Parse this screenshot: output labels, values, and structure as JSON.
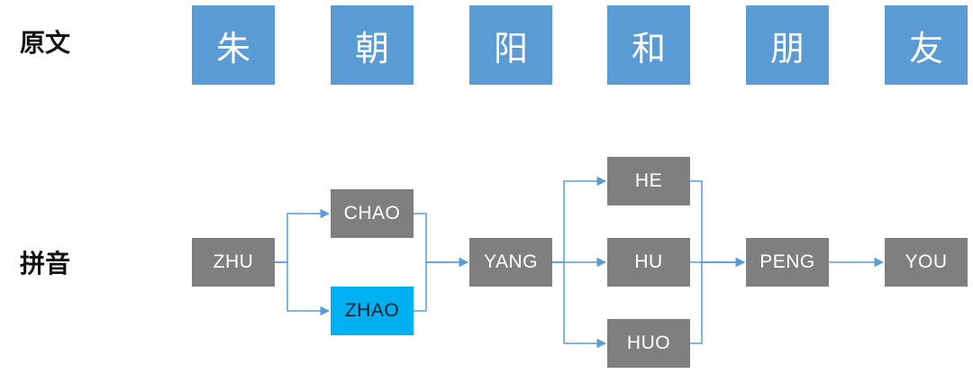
{
  "labels": {
    "original": "原文",
    "pinyin": "拼音"
  },
  "characters": [
    "朱",
    "朝",
    "阳",
    "和",
    "朋",
    "友"
  ],
  "pinyin": {
    "zhu": "ZHU",
    "chao": "CHAO",
    "zhao": "ZHAO",
    "yang": "YANG",
    "he": "HE",
    "hu": "HU",
    "huo": "HUO",
    "peng": "PENG",
    "you": "YOU"
  },
  "colors": {
    "character_box": "#5b9bd5",
    "pinyin_box": "#7f7f7f",
    "highlight_box": "#00b0f0",
    "arrow": "#5b9bd5"
  },
  "edges": [
    [
      "zhu",
      "chao"
    ],
    [
      "zhu",
      "zhao"
    ],
    [
      "chao",
      "yang"
    ],
    [
      "zhao",
      "yang"
    ],
    [
      "yang",
      "he"
    ],
    [
      "yang",
      "hu"
    ],
    [
      "yang",
      "huo"
    ],
    [
      "he",
      "peng"
    ],
    [
      "hu",
      "peng"
    ],
    [
      "huo",
      "peng"
    ],
    [
      "peng",
      "you"
    ]
  ]
}
